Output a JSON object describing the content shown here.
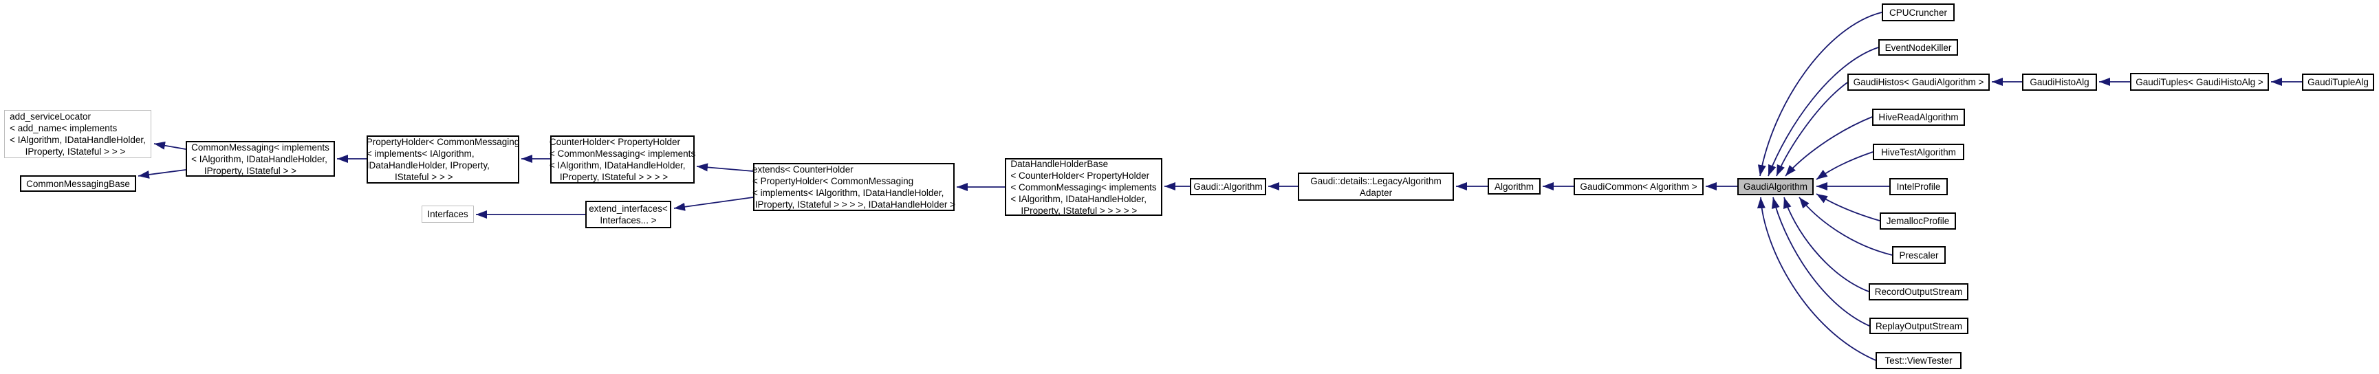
{
  "diagram": {
    "kind": "class-inheritance-graph",
    "highlighted_class": "GaudiAlgorithm",
    "colors": {
      "edge": "#191970",
      "node_border": "#000000",
      "external_node_border": "#bdbdbd",
      "highlight_fill": "#bfbfbf",
      "background": "#ffffff"
    },
    "nodes": [
      {
        "label": "add_serviceLocator\n< add_name< implements\n< IAlgorithm, IDataHandleHolder,\n      IProperty, IStateful > > >"
      },
      {
        "label": "CommonMessagingBase"
      },
      {
        "label": "CommonMessaging< implements\n< IAlgorithm, IDataHandleHolder,\n     IProperty, IStateful > >"
      },
      {
        "label": "PropertyHolder< CommonMessaging\n< implements< IAlgorithm,\nIDataHandleHolder, IProperty,\n           IStateful > > >"
      },
      {
        "label": "CounterHolder< PropertyHolder\n< CommonMessaging< implements\n< IAlgorithm, IDataHandleHolder,\n    IProperty, IStateful > > > >"
      },
      {
        "label": "Interfaces"
      },
      {
        "label": "extend_interfaces<\nInterfaces... >"
      },
      {
        "label": "extends< CounterHolder\n< PropertyHolder< CommonMessaging\n< implements< IAlgorithm, IDataHandleHolder,\n IProperty, IStateful > > > >, IDataHandleHolder >"
      },
      {
        "label": "DataHandleHolderBase\n< CounterHolder< PropertyHolder\n< CommonMessaging< implements\n< IAlgorithm, IDataHandleHolder,\n    IProperty, IStateful > > > > >"
      },
      {
        "label": "Gaudi::Algorithm"
      },
      {
        "label": "Gaudi::details::LegacyAlgorithm\nAdapter"
      },
      {
        "label": "Algorithm"
      },
      {
        "label": "GaudiCommon< Algorithm >"
      },
      {
        "label": "GaudiAlgorithm"
      },
      {
        "label": "CPUCruncher"
      },
      {
        "label": "EventNodeKiller"
      },
      {
        "label": "GaudiHistos< GaudiAlgorithm >"
      },
      {
        "label": "HiveReadAlgorithm"
      },
      {
        "label": "HiveTestAlgorithm"
      },
      {
        "label": "IntelProfile"
      },
      {
        "label": "JemallocProfile"
      },
      {
        "label": "Prescaler"
      },
      {
        "label": "RecordOutputStream"
      },
      {
        "label": "ReplayOutputStream"
      },
      {
        "label": "Test::ViewTester"
      },
      {
        "label": "GaudiHistoAlg"
      },
      {
        "label": "GaudiTuples< GaudiHistoAlg >"
      },
      {
        "label": "GaudiTupleAlg"
      }
    ],
    "edges": [
      {
        "from": "CommonMessaging",
        "to": "add_serviceLocator"
      },
      {
        "from": "CommonMessaging",
        "to": "CommonMessagingBase"
      },
      {
        "from": "PropertyHolder",
        "to": "CommonMessaging"
      },
      {
        "from": "CounterHolder",
        "to": "PropertyHolder"
      },
      {
        "from": "extends",
        "to": "CounterHolder"
      },
      {
        "from": "extends",
        "to": "extend_interfaces"
      },
      {
        "from": "extend_interfaces",
        "to": "Interfaces"
      },
      {
        "from": "DataHandleHolderBase",
        "to": "extends"
      },
      {
        "from": "Gaudi::Algorithm",
        "to": "DataHandleHolderBase"
      },
      {
        "from": "Gaudi::details::LegacyAlgorithmAdapter",
        "to": "Gaudi::Algorithm"
      },
      {
        "from": "Algorithm",
        "to": "Gaudi::details::LegacyAlgorithmAdapter"
      },
      {
        "from": "GaudiCommon< Algorithm >",
        "to": "Algorithm"
      },
      {
        "from": "GaudiAlgorithm",
        "to": "GaudiCommon< Algorithm >"
      },
      {
        "from": "CPUCruncher",
        "to": "GaudiAlgorithm"
      },
      {
        "from": "EventNodeKiller",
        "to": "GaudiAlgorithm"
      },
      {
        "from": "GaudiHistos< GaudiAlgorithm >",
        "to": "GaudiAlgorithm"
      },
      {
        "from": "HiveReadAlgorithm",
        "to": "GaudiAlgorithm"
      },
      {
        "from": "HiveTestAlgorithm",
        "to": "GaudiAlgorithm"
      },
      {
        "from": "IntelProfile",
        "to": "GaudiAlgorithm"
      },
      {
        "from": "JemallocProfile",
        "to": "GaudiAlgorithm"
      },
      {
        "from": "Prescaler",
        "to": "GaudiAlgorithm"
      },
      {
        "from": "RecordOutputStream",
        "to": "GaudiAlgorithm"
      },
      {
        "from": "ReplayOutputStream",
        "to": "GaudiAlgorithm"
      },
      {
        "from": "Test::ViewTester",
        "to": "GaudiAlgorithm"
      },
      {
        "from": "GaudiHistoAlg",
        "to": "GaudiHistos< GaudiAlgorithm >"
      },
      {
        "from": "GaudiTuples< GaudiHistoAlg >",
        "to": "GaudiHistoAlg"
      },
      {
        "from": "GaudiTupleAlg",
        "to": "GaudiTuples< GaudiHistoAlg >"
      }
    ]
  }
}
